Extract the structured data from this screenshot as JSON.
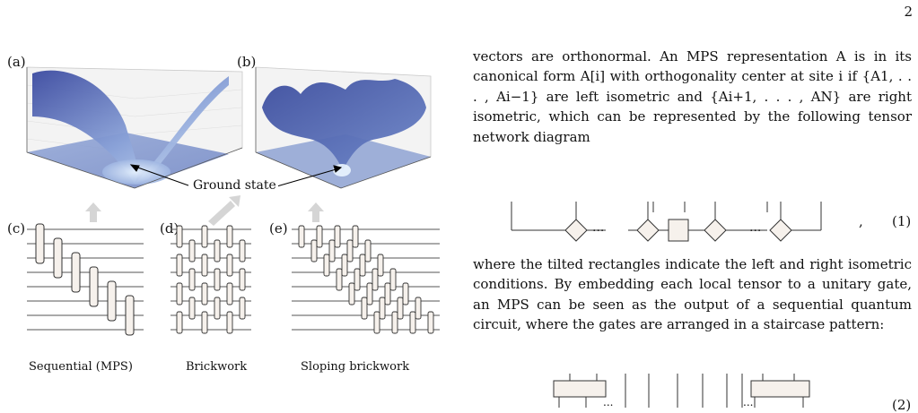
{
  "page_number": "2",
  "figure": {
    "panel_labels": [
      "(a)",
      "(b)",
      "(c)",
      "(d)",
      "(e)"
    ],
    "annotation": "Ground state",
    "captions": {
      "sequential": "Sequential (MPS)",
      "brickwork": "Brickwork",
      "sloping": "Sloping brickwork"
    }
  },
  "text": {
    "para1": "vectors are orthonormal. An MPS representation A is in its canonical form A[i] with orthogonality center at site i if {A1, . . . , Ai−1} are left isometric and {Ai+1, . . . , AN} are right isometric, which can be represented by the following tensor network diagram",
    "eq1_comma": ",",
    "eq1_number": "(1)",
    "dots": "...",
    "para2": "where the tilted rectangles indicate the left and right isometric conditions. By embedding each local tensor to a unitary gate, an MPS can be seen as the output of a sequential quantum circuit, where the gates are arranged in a staircase pattern:",
    "eq2_number": "(2)"
  }
}
